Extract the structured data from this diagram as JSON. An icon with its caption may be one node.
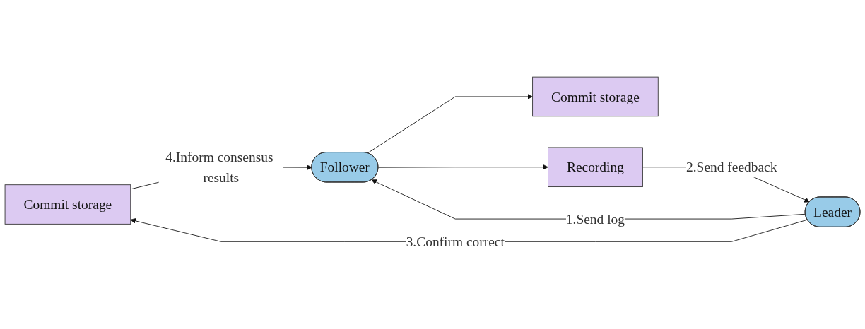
{
  "diagram": {
    "nodes": [
      {
        "text": [
          "Commit storage"
        ]
      },
      {
        "text": [
          "Leader"
        ]
      },
      {
        "text": [
          "Follower"
        ]
      },
      {
        "text": [
          "Commit storage"
        ]
      },
      {
        "text": [
          "Recording"
        ]
      }
    ],
    "edges": [
      {
        "from": 1,
        "to": 2,
        "arrow": "to",
        "label": "1.Send log"
      },
      {
        "from": 4,
        "to": 1,
        "arrow": "to",
        "label": "2.Send feedback"
      },
      {
        "from": 1,
        "to": 0,
        "arrow": "to",
        "label": "3.Confirm correct"
      },
      {
        "from": 0,
        "to": 2,
        "arrow": "to",
        "label": "4.Inform consensus results"
      },
      {
        "from": 2,
        "to": 3,
        "arrow": "to"
      },
      {
        "from": 2,
        "to": 4,
        "arrow": "to"
      }
    ]
  }
}
